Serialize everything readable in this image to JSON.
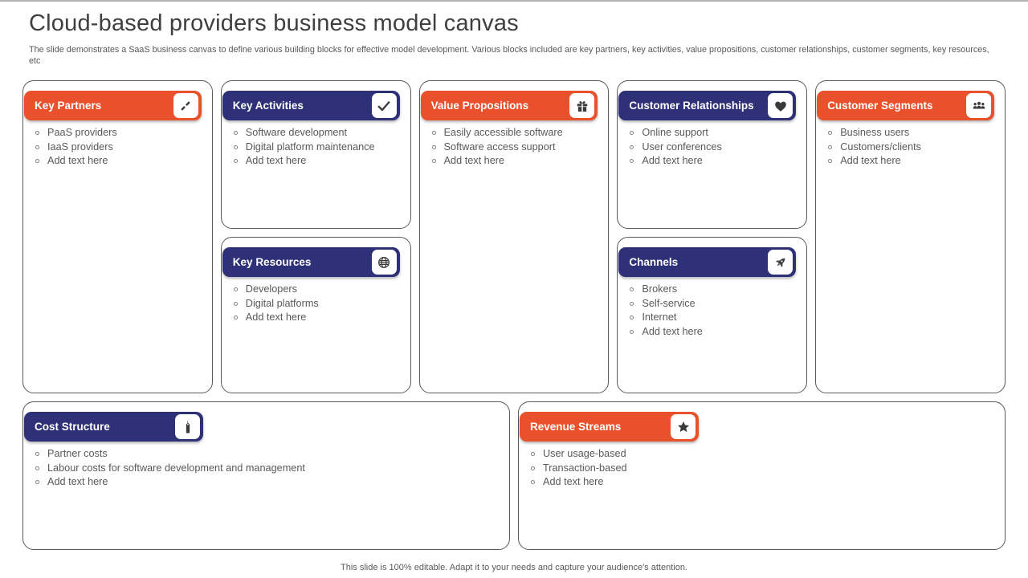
{
  "slide": {
    "title": "Cloud-based providers business model canvas",
    "description": "The slide demonstrates a SaaS business canvas to define various building blocks for effective model development. Various blocks included are key partners, key activities, value propositions, customer relationships, customer segments, key resources, etc",
    "footer_note": "This slide is 100% editable. Adapt it to your needs and capture your audience's attention."
  },
  "theme": {
    "orange": "#E8512C",
    "navy": "#2E3177",
    "body_text": "#595959",
    "title_text": "#3F3F3F",
    "card_border": "#595959",
    "icon_color": "#3A3A3A"
  },
  "cards": [
    {
      "id": "key-partners",
      "title": "Key Partners",
      "icon": "link-icon",
      "theme": "orange",
      "items": [
        "PaaS providers",
        "IaaS providers",
        "Add text here"
      ]
    },
    {
      "id": "key-activities",
      "title": "Key Activities",
      "icon": "check-icon",
      "theme": "navy",
      "items": [
        "Software development",
        "Digital platform maintenance",
        "Add text here"
      ]
    },
    {
      "id": "key-resources",
      "title": "Key Resources",
      "icon": "globe-icon",
      "theme": "navy",
      "items": [
        "Developers",
        "Digital platforms",
        "Add text here"
      ]
    },
    {
      "id": "value-propositions",
      "title": "Value Propositions",
      "icon": "gift-icon",
      "theme": "orange",
      "items": [
        "Easily accessible software",
        "Software access support",
        "Add text here"
      ]
    },
    {
      "id": "customer-relationships",
      "title": "Customer Relationships",
      "icon": "heart-icon",
      "theme": "navy",
      "items": [
        "Online support",
        "User conferences",
        "Add text here"
      ]
    },
    {
      "id": "channels",
      "title": "Channels",
      "icon": "rocket-icon",
      "theme": "navy",
      "items": [
        "Brokers",
        "Self-service",
        "Internet",
        "Add text here"
      ]
    },
    {
      "id": "customer-segments",
      "title": "Customer Segments",
      "icon": "users-icon",
      "theme": "orange",
      "items": [
        "Business users",
        "Customers/clients",
        "Add text here"
      ]
    },
    {
      "id": "cost-structure",
      "title": "Cost Structure",
      "icon": "tag-icon",
      "theme": "navy",
      "items": [
        "Partner costs",
        "Labour costs for software development and management",
        "Add text here"
      ]
    },
    {
      "id": "revenue-streams",
      "title": "Revenue Streams",
      "icon": "star-icon",
      "theme": "orange",
      "items": [
        "User usage-based",
        "Transaction-based",
        "Add text here"
      ]
    }
  ]
}
